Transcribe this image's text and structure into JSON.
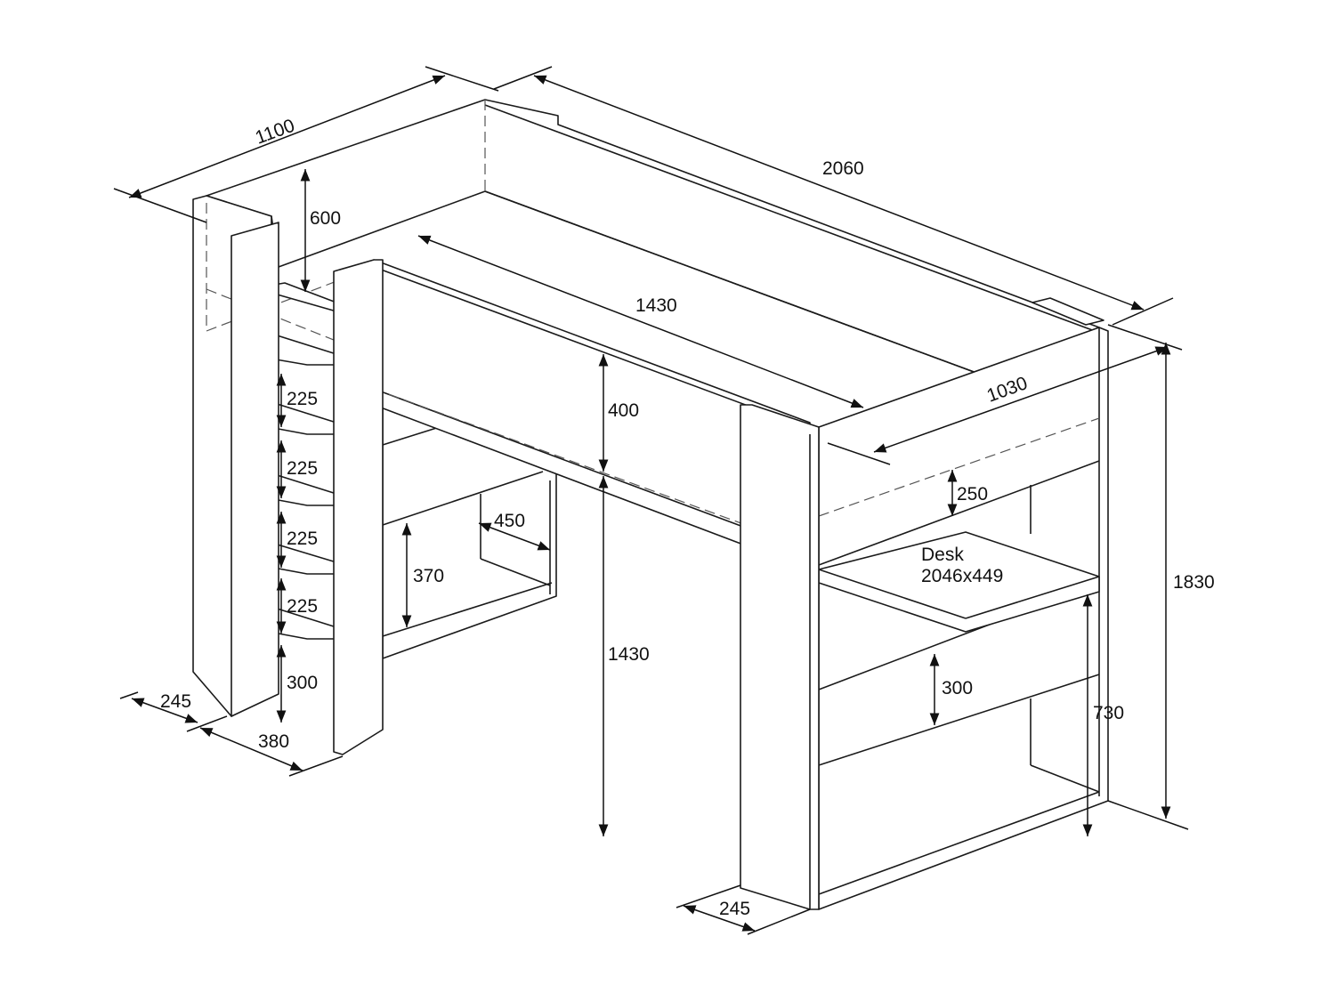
{
  "dimensions": {
    "overall_depth": "1100",
    "overall_length": "2060",
    "guard_height": "600",
    "guard_opening": "1430",
    "mattress_width": "1030",
    "guard_front_height": "400",
    "step_spacing": [
      "225",
      "225",
      "225",
      "225"
    ],
    "bookcase_depth": "450",
    "bookcase_height": "370",
    "clearance_height": "1430",
    "desk_shelf_gap": "250",
    "desk_label": "Desk",
    "desk_size": "2046x449",
    "lower_shelf_gap": "300",
    "desk_height": "730",
    "overall_height": "1830",
    "ladder_post_depth": "245",
    "ladder_width": "380",
    "ladder_bottom_step": "300",
    "right_post_depth": "245"
  }
}
